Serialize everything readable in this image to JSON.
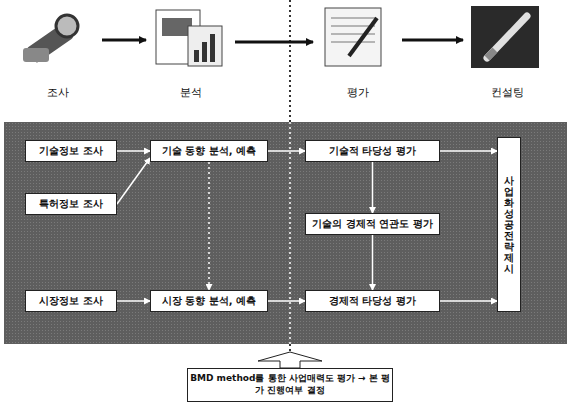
{
  "diagram": {
    "nodes": [
      {
        "text": [
          "조사"
        ]
      },
      {
        "text": [
          "분석"
        ]
      },
      {
        "text": [
          "평가"
        ]
      },
      {
        "text": [
          "컨설팅"
        ]
      },
      {
        "text": [
          "기술정보 조사"
        ]
      },
      {
        "text": [
          "특허정보 조사"
        ]
      },
      {
        "text": [
          "시장정보 조사"
        ]
      },
      {
        "text": [
          "기술 동향 분석, 예측"
        ]
      },
      {
        "text": [
          "시장 동향 분석, 예측"
        ]
      },
      {
        "text": [
          "기술적 타당성 평가"
        ]
      },
      {
        "text": [
          "기술의 경제적 연관도 평가"
        ]
      },
      {
        "text": [
          "경제적 타당성 평가"
        ]
      },
      {
        "text": [
          "사업화 성공 전략 제시"
        ]
      },
      {
        "text": [
          "BMD method를 통한 사업매력도 평가 → 본 평가 진행여부 결정"
        ]
      }
    ],
    "edges": [
      {
        "from": 0,
        "to": 1,
        "arrow": "to"
      },
      {
        "from": 1,
        "to": 2,
        "arrow": "to"
      },
      {
        "from": 2,
        "to": 3,
        "arrow": "to"
      },
      {
        "from": 4,
        "to": 7,
        "arrow": "to"
      },
      {
        "from": 5,
        "to": 7,
        "arrow": "to"
      },
      {
        "from": 6,
        "to": 8,
        "arrow": "to"
      },
      {
        "from": 7,
        "to": 8,
        "arrow": "to"
      },
      {
        "from": 7,
        "to": 9,
        "arrow": "to"
      },
      {
        "from": 8,
        "to": 11,
        "arrow": "to"
      },
      {
        "from": 9,
        "to": 10,
        "arrow": "to"
      },
      {
        "from": 10,
        "to": 11,
        "arrow": "to"
      },
      {
        "from": 9,
        "to": 12,
        "arrow": "to"
      },
      {
        "from": 11,
        "to": 12,
        "arrow": "to"
      }
    ]
  }
}
